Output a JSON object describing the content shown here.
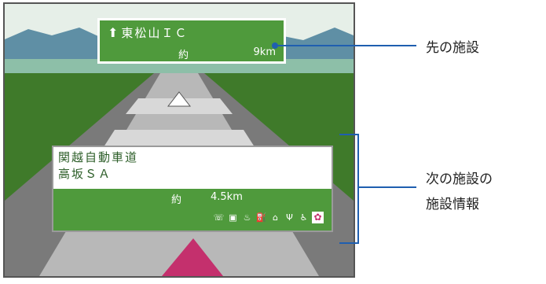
{
  "colors": {
    "sign_green": "#4f9a3c",
    "callout_blue": "#1f5fb0",
    "arrow_magenta": "#c4306d",
    "grass": "#3f7a2a",
    "sky": "#e6efe8"
  },
  "next_facility_sign": {
    "arrow_icon": "arrow-up-icon",
    "destination": "東松山ＩＣ",
    "approx": "約",
    "distance": "9km"
  },
  "facility_panel": {
    "road_name": "関越自動車道",
    "facility_name": "高坂ＳＡ",
    "approx": "約",
    "distance": "4.5km",
    "facility_icons": [
      "phone-icon",
      "information-icon",
      "restroom-icon",
      "gas-station-icon",
      "shop-icon",
      "restaurant-icon",
      "accessible-icon",
      "flower-icon"
    ]
  },
  "callouts": {
    "top_label": "先の施設",
    "bottom_label_line1": "次の施設の",
    "bottom_label_line2": "施設情報"
  }
}
